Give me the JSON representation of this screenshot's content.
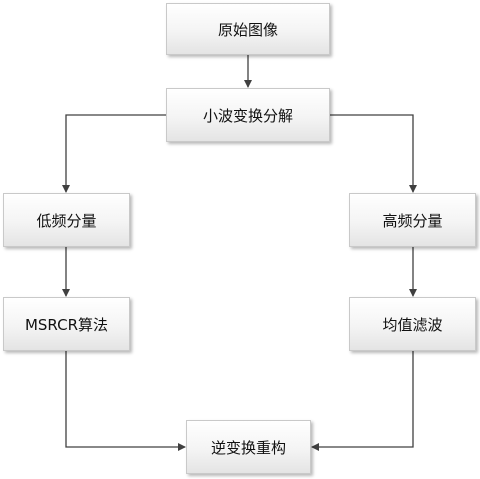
{
  "diagram": {
    "nodes": {
      "original": "原始图像",
      "wavelet": "小波变换分解",
      "low": "低频分量",
      "high": "高频分量",
      "msrcr": "MSRCR算法",
      "mean": "均值滤波",
      "inverse": "逆变换重构"
    },
    "edges": [
      [
        "原始图像",
        "小波变换分解"
      ],
      [
        "小波变换分解",
        "低频分量"
      ],
      [
        "小波变换分解",
        "高频分量"
      ],
      [
        "低频分量",
        "MSRCR算法"
      ],
      [
        "高频分量",
        "均值滤波"
      ],
      [
        "MSRCR算法",
        "逆变换重构"
      ],
      [
        "均值滤波",
        "逆变换重构"
      ]
    ],
    "colors": {
      "line": "#404040",
      "box_border": "#c9c9c9",
      "text": "#111111"
    }
  }
}
